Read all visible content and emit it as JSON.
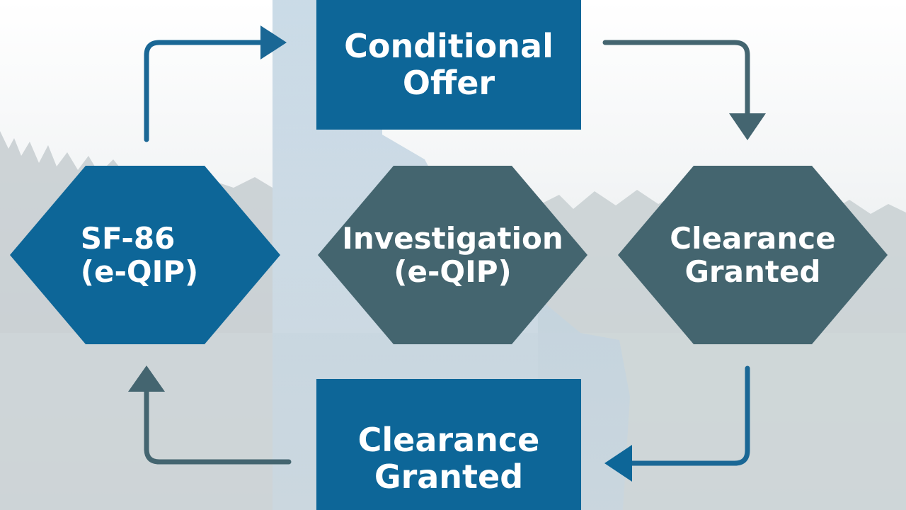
{
  "colors": {
    "primary_blue": "#0d6698",
    "slate_gray": "#44656f",
    "arrow_blue": "#1a6795",
    "arrow_slate": "#446570"
  },
  "nodes": {
    "conditional_offer": {
      "line1": "Conditional",
      "line2": "Offer"
    },
    "sf86": {
      "line1": "SF-86",
      "line2": "(e-QIP)"
    },
    "investigation": {
      "line1": "Investigation",
      "line2": "(e-QIP)"
    },
    "clearance_right": {
      "line1": "Clearance",
      "line2": "Granted"
    },
    "clearance_bottom": {
      "line1": "Clearance",
      "line2": "Granted"
    }
  }
}
